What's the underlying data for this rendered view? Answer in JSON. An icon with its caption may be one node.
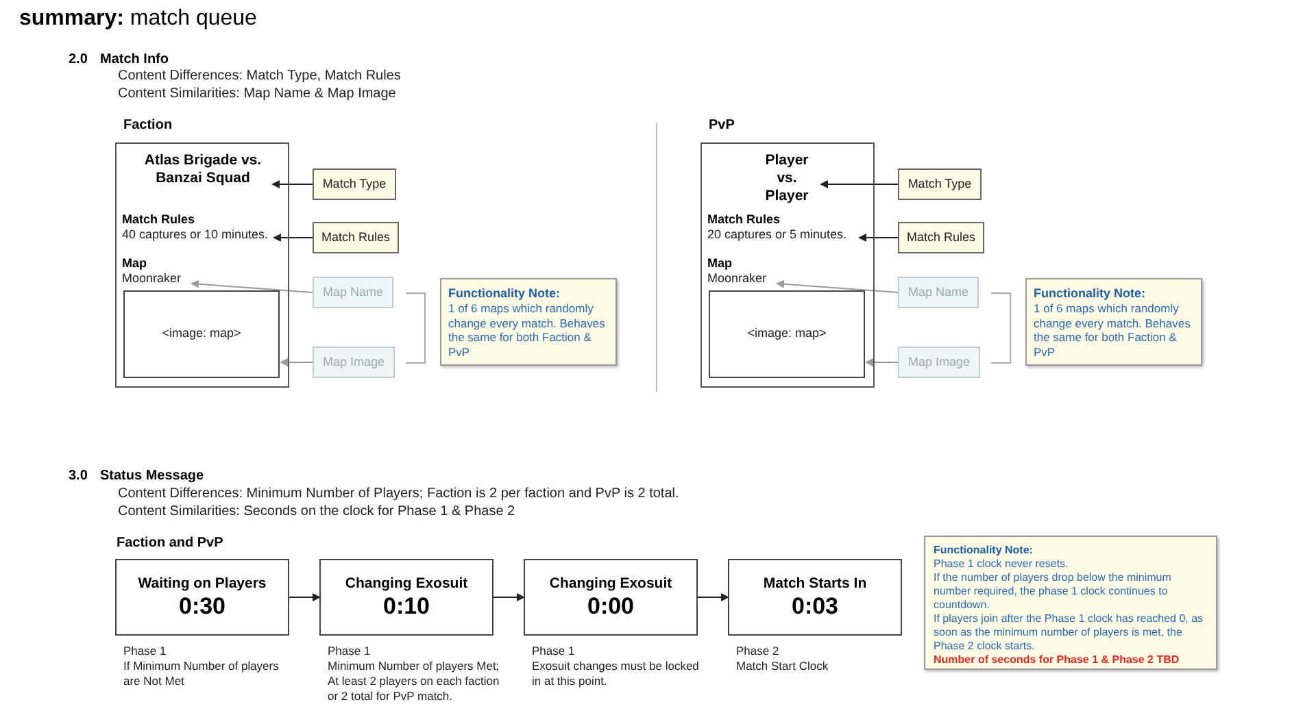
{
  "diagram": {
    "title": "**summary:** match queue",
    "nodes": [
      {
        "text": [
          "Faction"
        ]
      },
      {
        "text": [
          "Atlas Brigade vs. Banzai Squad"
        ],
        "in": 0
      },
      {
        "text": [
          "Match Rules",
          "40 captures or 10 minutes."
        ],
        "in": 0
      },
      {
        "text": [
          "Map",
          "Moonraker"
        ],
        "in": 0
      },
      {
        "text": [
          "<image: map>"
        ],
        "in": 0
      },
      {
        "text": [
          "Match Type"
        ]
      },
      {
        "text": [
          "Match Rules"
        ]
      },
      {
        "text": [
          "Map Name"
        ]
      },
      {
        "text": [
          "Map Image"
        ]
      },
      {
        "text": [
          "Functionality Note:",
          "1 of 6 maps which randomly change every match. Behaves the same for both Faction & PvP"
        ]
      },
      {
        "text": [
          "PvP"
        ]
      },
      {
        "text": [
          "Player vs. Player"
        ],
        "in": 10
      },
      {
        "text": [
          "Match Rules",
          "20 captures or 5 minutes."
        ],
        "in": 10
      },
      {
        "text": [
          "Map",
          "Moonraker"
        ],
        "in": 10
      },
      {
        "text": [
          "<image: map>"
        ],
        "in": 10
      },
      {
        "text": [
          "Match Type"
        ]
      },
      {
        "text": [
          "Match Rules"
        ]
      },
      {
        "text": [
          "Map Name"
        ]
      },
      {
        "text": [
          "Map Image"
        ]
      },
      {
        "text": [
          "Functionality Note:",
          "1 of 6 maps which randomly change every match. Behaves the same for both Faction & PvP"
        ]
      },
      {
        "text": [
          "Waiting on Players",
          "0:30"
        ],
        "beside": [
          "Phase 1",
          "If Minimum Number of players are Not Met"
        ]
      },
      {
        "text": [
          "Changing Exosuit",
          "0:10"
        ],
        "beside": [
          "Phase 1",
          "Minimum Number of players Met; At least 2 players on each faction or 2 total for PvP match."
        ]
      },
      {
        "text": [
          "Changing Exosuit",
          "0:00"
        ],
        "beside": [
          "Phase 1",
          "Exosuit changes must be locked in at this point."
        ]
      },
      {
        "text": [
          "Match Starts In",
          "0:03"
        ],
        "beside": [
          "Phase 2",
          "Match Start Clock"
        ]
      },
      {
        "text": [
          "Functionality Note:",
          "Phase 1 clock never resets.",
          "If the number of players drop below the minimum number required, the phase 1 clock continues to countdown.",
          "If players join after the Phase 1 clock has reached 0, as soon as the minimum number of players is met, the Phase 2 clock starts.",
          "Number of seconds for Phase 1 & Phase 2 TBD"
        ]
      }
    ],
    "edges": [
      {
        "from": 5,
        "to": 1,
        "arrow": "to"
      },
      {
        "from": 6,
        "to": 2,
        "arrow": "to"
      },
      {
        "from": 7,
        "to": 3,
        "arrow": "to",
        "color": "#999999"
      },
      {
        "from": 8,
        "to": 4,
        "arrow": "to",
        "color": "#999999"
      },
      {
        "from": 15,
        "to": 11,
        "arrow": "to"
      },
      {
        "from": 16,
        "to": 12,
        "arrow": "to"
      },
      {
        "from": 17,
        "to": 13,
        "arrow": "to",
        "color": "#999999"
      },
      {
        "from": 18,
        "to": 14,
        "arrow": "to",
        "color": "#999999"
      },
      {
        "from": 20,
        "to": 21,
        "arrow": "to"
      },
      {
        "from": 21,
        "to": 22,
        "arrow": "to"
      },
      {
        "from": 22,
        "to": 23,
        "arrow": "to"
      }
    ],
    "labels": [
      "2.0",
      "Match Info",
      "Content Differences: Match Type, Match Rules",
      "Content Similarities: Map Name & Map Image",
      "3.0",
      "Status Message",
      "Content Differences: Minimum Number of Players; Faction is 2 per faction and PvP is 2 total.",
      "Content Similarities: Seconds on the clock for Phase 1 & Phase 2",
      "Faction and PvP"
    ]
  }
}
